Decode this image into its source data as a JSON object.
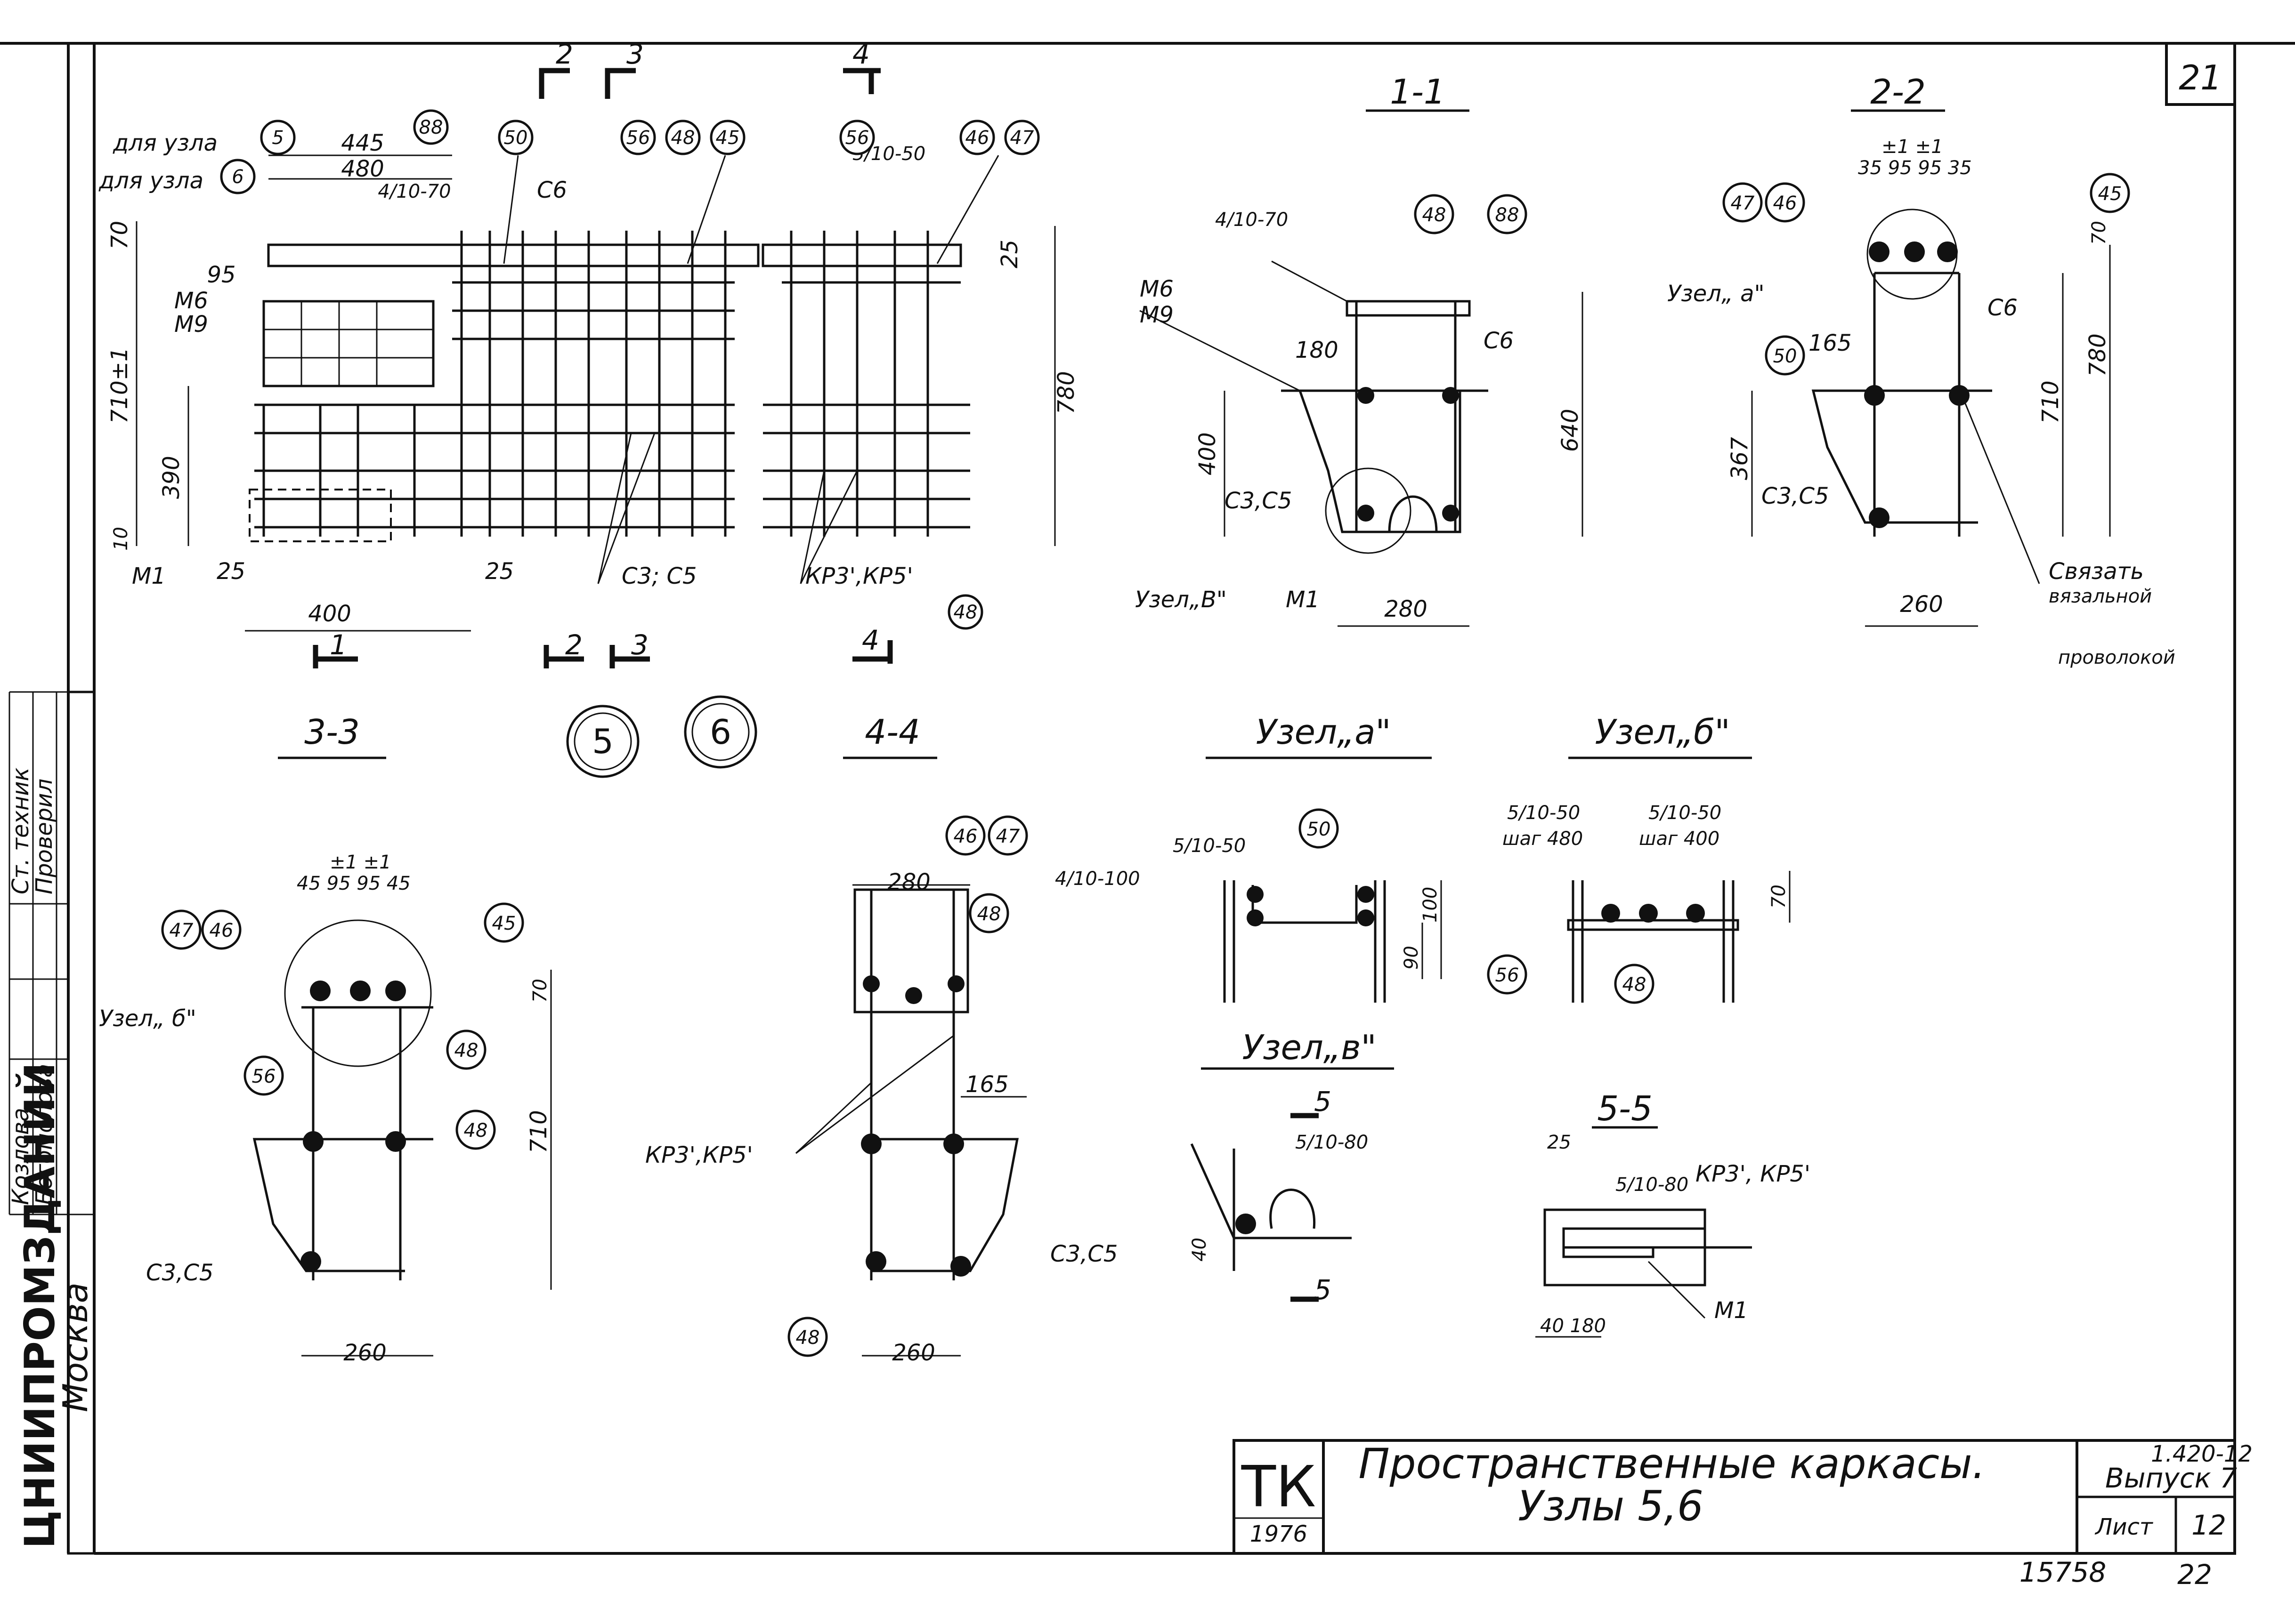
{
  "sheet": {
    "number_top": "21",
    "number_bottom": "22",
    "archive_number": "15758"
  },
  "title_block": {
    "stamp": "ТК",
    "year": "1976",
    "title_line1": "Пространственные каркасы.",
    "title_line2": "Узлы 5,6",
    "series": "1.420-12",
    "issue": "Выпуск 7",
    "sheet_label": "Лист",
    "sheet_value": "12"
  },
  "side_stamp": {
    "org": "ЦНИИПРОМЗДАНИЙ",
    "city": "Москва",
    "rows": [
      {
        "role": "Ст. техник",
        "name": "Козлова"
      },
      {
        "role": "Проверил",
        "name": "Богомолова"
      }
    ]
  },
  "section_labels": {
    "s11": "1-1",
    "s22": "2-2",
    "s33": "3-3",
    "s44": "4-4",
    "s55": "5-5",
    "node_a": "Узел„а\"",
    "node_b": "Узел„б\"",
    "node_v": "Узел„в\"",
    "node_5": "5",
    "node_6": "6"
  },
  "cut_marks": [
    "1",
    "2",
    "3",
    "4",
    "5"
  ],
  "bubbles": [
    "5",
    "6",
    "88",
    "50",
    "56",
    "48",
    "45",
    "46",
    "47"
  ],
  "elevation": {
    "for_node_5": "для узла",
    "for_node_6": "для узла",
    "dim_445": "445",
    "dim_480": "480",
    "dim_70": "70",
    "dim_95": "95",
    "dim_710": "710±1",
    "dim_390": "390",
    "dim_400": "400",
    "dim_25a": "25",
    "dim_25b": "25",
    "dim_25c": "25",
    "dim_780": "780",
    "dim_10": "10",
    "weld_4_10_70": "4/10-70",
    "weld_5_10_50": "5/10-50",
    "m6": "М6",
    "m9": "М9",
    "m1": "М1",
    "c6": "С6",
    "c3c5": "С3; С5",
    "kp": "КР3',КР5'"
  },
  "sec11": {
    "weld": "4/10-70",
    "m6": "М6",
    "m9": "М9",
    "dim_180": "180",
    "c6": "С6",
    "dim_400": "400",
    "dim_640": "640",
    "c3c5": "С3,С5",
    "node_v": "Узел„В\"",
    "m1": "М1",
    "dim_280": "280"
  },
  "sec22": {
    "dims_top": "35 95 95 35",
    "tol": "±1 ±1",
    "node_a": "Узел„ а\"",
    "c6": "С6",
    "dim_165": "165",
    "dim_70": "70",
    "dim_710": "710",
    "dim_780": "780",
    "dim_367": "367",
    "c3c5": "С3,С5",
    "dim_260": "260",
    "note1": "Связать",
    "note2": "вязальной",
    "note3": "проволокой"
  },
  "sec33": {
    "dims_top": "45 95 95 45",
    "tol": "±1 ±1",
    "node_b": "Узел„ б\"",
    "dim_70": "70",
    "dim_710": "710",
    "c3c5": "С3,С5",
    "dim_260": "260"
  },
  "sec44": {
    "dim_280": "280",
    "dim_165": "165",
    "kp": "КР3',КР5'",
    "c3c5": "С3,С5",
    "dim_260": "260"
  },
  "nodeA": {
    "weld1": "5/10-50",
    "weld2": "4/10-100",
    "dim_100": "100",
    "dim_90": "90"
  },
  "nodeB": {
    "weld1": "5/10-50",
    "step1": "шаг 480",
    "weld2": "5/10-50",
    "step2": "шаг 400",
    "dim_70": "70"
  },
  "nodeV": {
    "weld": "5/10-80",
    "dim_40": "40"
  },
  "sec55": {
    "dim_25": "25",
    "weld": "5/10-80",
    "kp": "КР3', КР5'",
    "dims_bottom": "40 180",
    "m1": "М1"
  }
}
